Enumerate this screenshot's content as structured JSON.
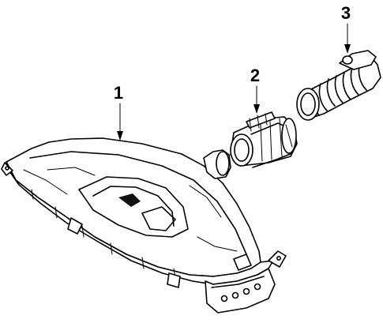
{
  "callouts": {
    "c1": "1",
    "c2": "2",
    "c3": "3"
  },
  "parts": [
    {
      "callout": "1",
      "icon": "air-cleaner-housing"
    },
    {
      "callout": "2",
      "icon": "duct-adapter"
    },
    {
      "callout": "3",
      "icon": "intake-hose"
    }
  ],
  "colors": {
    "line": "#000000",
    "background": "#ffffff"
  }
}
